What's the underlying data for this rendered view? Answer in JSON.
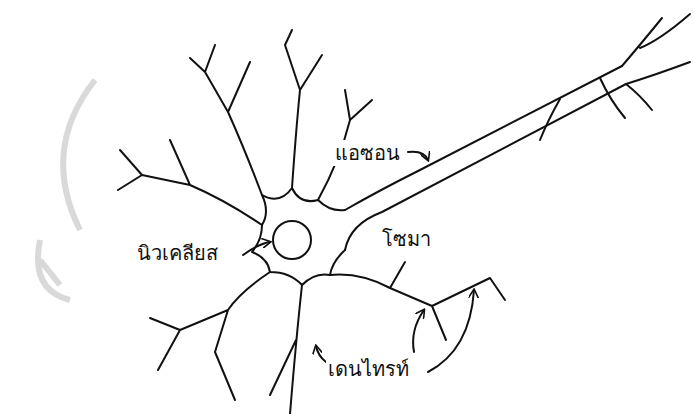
{
  "diagram": {
    "labels": [
      "แอซอน",
      "โซมา",
      "นิวเคลียส",
      "เดนไทรท์"
    ]
  }
}
